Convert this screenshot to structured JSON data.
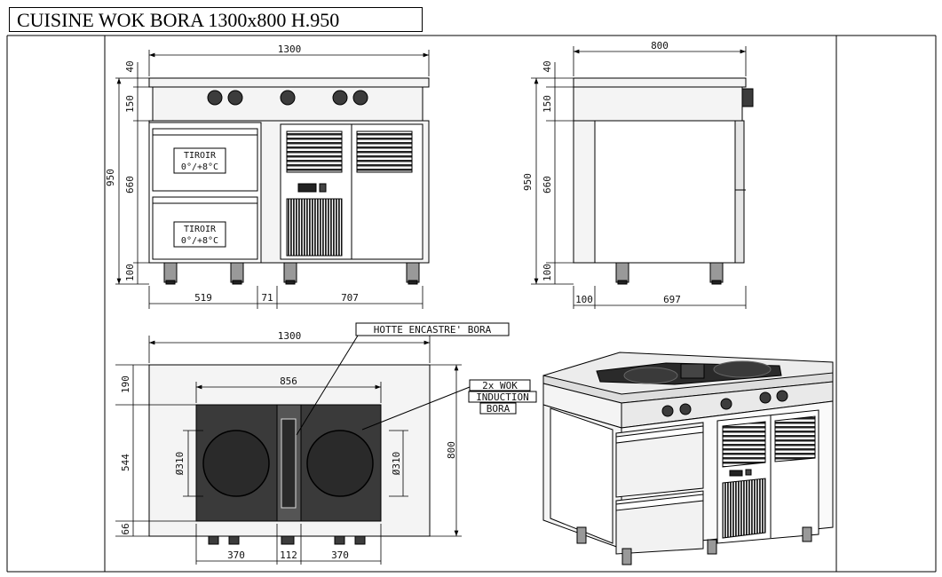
{
  "title": "CUISINE WOK BORA  1300x800  H.950",
  "front_view": {
    "width": "1300",
    "segments": [
      "519",
      "71",
      "707"
    ],
    "heights": [
      "40",
      "150",
      "660",
      "100"
    ],
    "total_height": "950",
    "drawer_1": {
      "line1": "TIROIR",
      "line2": "0°/+8°C"
    },
    "drawer_2": {
      "line1": "TIROIR",
      "line2": "0°/+8°C"
    }
  },
  "side_view": {
    "width": "800",
    "heights": [
      "40",
      "150",
      "660",
      "100"
    ],
    "total_height": "950",
    "segments": [
      "100",
      "697"
    ]
  },
  "top_view": {
    "width": "1300",
    "inner_width": "856",
    "heights": [
      "190",
      "544",
      "66"
    ],
    "depth": "800",
    "diameter_left": "Ø310",
    "diameter_right": "Ø310",
    "bottom": [
      "370",
      "112",
      "370"
    ]
  },
  "callouts": {
    "hood": "HOTTE ENCASTRE' BORA",
    "wok_line1": "2x WOK",
    "wok_line2": "INDUCTION",
    "wok_line3": "BORA"
  },
  "colors": {
    "line": "#000000",
    "panel_fill": "#f4f4f4",
    "steel": "#e6e6e6",
    "dark": "#3c3c3c",
    "glass": "#2a2a2a"
  }
}
